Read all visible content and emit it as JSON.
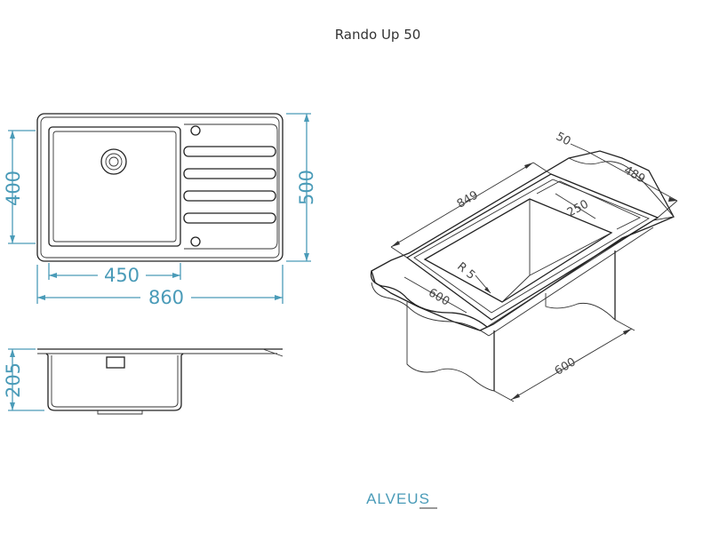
{
  "title": "Rando Up 50",
  "top_view": {
    "bowl_height": "400",
    "overall_height": "500",
    "bowl_width": "450",
    "overall_width": "860"
  },
  "side_view": {
    "depth": "205"
  },
  "iso_view": {
    "length": "849",
    "lip": "50",
    "width": "489",
    "drainer": "250",
    "radius": "R 5",
    "cabinet_depth": "600",
    "cabinet_width": "600"
  },
  "brand": {
    "name": "ALVEUS",
    "tagline": "",
    "accent_color": "#4a9bb8"
  }
}
